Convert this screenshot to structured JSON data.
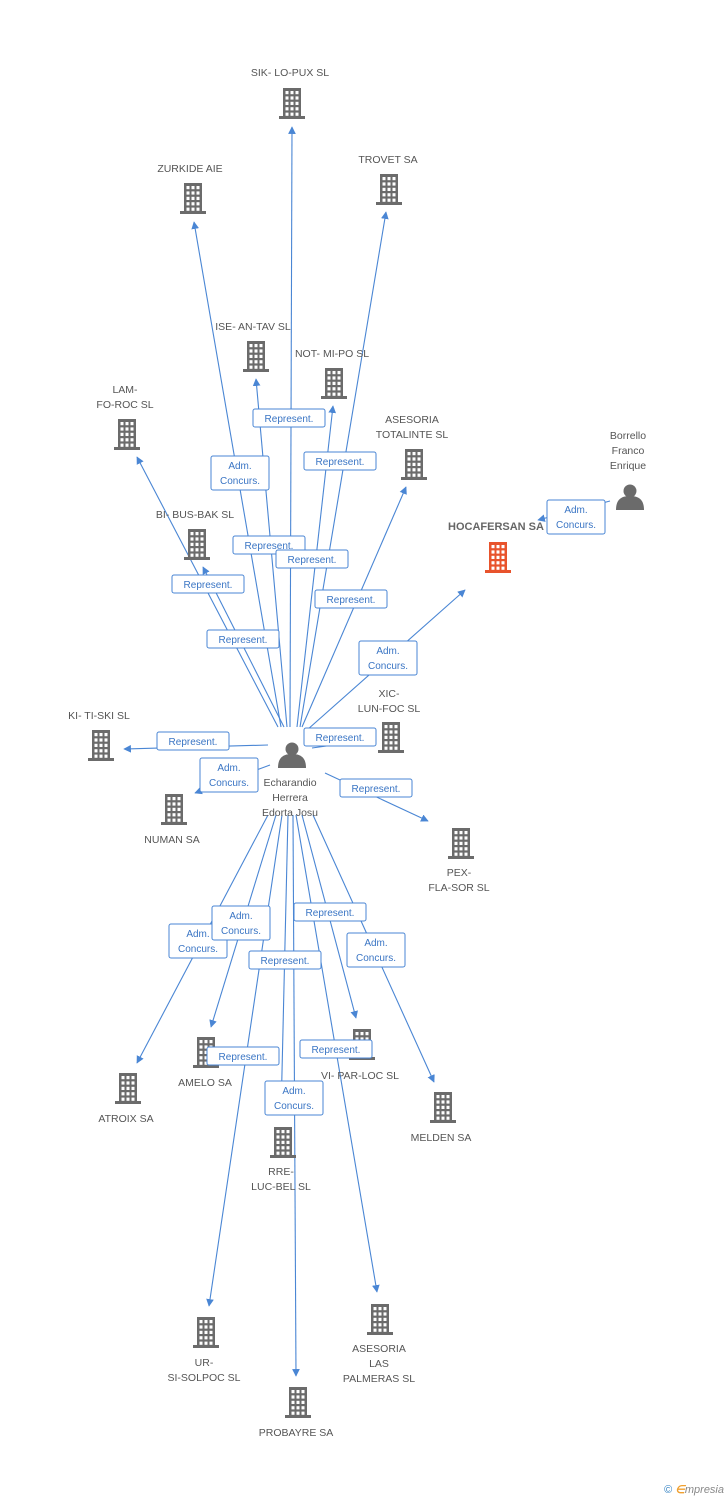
{
  "colors": {
    "edge": "#4a86d4",
    "node": "#6b6b6b",
    "focus_node": "#e8532c",
    "edge_label_text": "#3a75c4"
  },
  "nodes": [
    {
      "id": "sik",
      "type": "company",
      "lines": [
        "SIK- LO-PUX SL"
      ]
    },
    {
      "id": "zurkide",
      "type": "company",
      "lines": [
        "ZURKIDE AIE"
      ]
    },
    {
      "id": "trovet",
      "type": "company",
      "lines": [
        "TROVET SA"
      ]
    },
    {
      "id": "ise",
      "type": "company",
      "lines": [
        "ISE- AN-TAV SL"
      ]
    },
    {
      "id": "notmipo",
      "type": "company",
      "lines": [
        "NOT- MI-PO SL"
      ]
    },
    {
      "id": "lamfo",
      "type": "company",
      "lines": [
        "LAM-",
        "FO-ROC SL"
      ]
    },
    {
      "id": "asesoria_t",
      "type": "company",
      "lines": [
        "ASESORIA",
        "TOTALINTE SL"
      ]
    },
    {
      "id": "borrello",
      "type": "person",
      "lines": [
        "Borrello",
        "Franco",
        "Enrique"
      ]
    },
    {
      "id": "hocafersan",
      "type": "focus",
      "lines": [
        "HOCAFERSAN SA"
      ]
    },
    {
      "id": "bibus",
      "type": "company",
      "lines": [
        "BI- BUS-BAK SL"
      ]
    },
    {
      "id": "xic",
      "type": "company",
      "lines": [
        "XIC-",
        "LUN-FOC SL"
      ]
    },
    {
      "id": "kitiski",
      "type": "company",
      "lines": [
        "KI- TI-SKI SL"
      ]
    },
    {
      "id": "echarandio",
      "type": "person",
      "lines": [
        "Echarandio",
        "Herrera",
        "Edorta Josu"
      ]
    },
    {
      "id": "numan",
      "type": "company",
      "lines": [
        "NUMAN SA"
      ]
    },
    {
      "id": "pex",
      "type": "company",
      "lines": [
        "PEX-",
        "FLA-SOR SL"
      ]
    },
    {
      "id": "atroix",
      "type": "company",
      "lines": [
        "ATROIX SA"
      ]
    },
    {
      "id": "amelo",
      "type": "company",
      "lines": [
        "AMELO SA"
      ]
    },
    {
      "id": "vipar",
      "type": "company",
      "lines": [
        "VI- PAR-LOC SL"
      ]
    },
    {
      "id": "melden",
      "type": "company",
      "lines": [
        "MELDEN SA"
      ]
    },
    {
      "id": "rre",
      "type": "company",
      "lines": [
        "RRE-",
        "LUC-BEL SL"
      ]
    },
    {
      "id": "ursi",
      "type": "company",
      "lines": [
        "UR-",
        "SI-SOLPOC SL"
      ]
    },
    {
      "id": "asesoria_lp",
      "type": "company",
      "lines": [
        "ASESORIA",
        "LAS",
        "PALMERAS SL"
      ]
    },
    {
      "id": "probayre",
      "type": "company",
      "lines": [
        "PROBAYRE SA"
      ]
    }
  ],
  "edges": [
    {
      "from": "echarandio",
      "to": "sik",
      "lines": [
        "Represent."
      ]
    },
    {
      "from": "echarandio",
      "to": "zurkide",
      "lines": [
        "Adm.",
        "Concurs."
      ]
    },
    {
      "from": "echarandio",
      "to": "trovet",
      "lines": [
        "Represent."
      ]
    },
    {
      "from": "echarandio",
      "to": "ise",
      "lines": [
        "Represent."
      ]
    },
    {
      "from": "echarandio",
      "to": "notmipo",
      "lines": [
        "Represent."
      ]
    },
    {
      "from": "echarandio",
      "to": "lamfo",
      "lines": [
        "Represent."
      ]
    },
    {
      "from": "echarandio",
      "to": "asesoria_t",
      "lines": [
        "Represent."
      ]
    },
    {
      "from": "echarandio",
      "to": "bibus",
      "lines": [
        "Represent."
      ]
    },
    {
      "from": "echarandio",
      "to": "hocafersan",
      "lines": [
        "Adm.",
        "Concurs."
      ]
    },
    {
      "from": "borrello",
      "to": "hocafersan",
      "lines": [
        "Adm.",
        "Concurs."
      ]
    },
    {
      "from": "echarandio",
      "to": "xic",
      "lines": [
        "Represent."
      ]
    },
    {
      "from": "echarandio",
      "to": "kitiski",
      "lines": [
        "Represent."
      ]
    },
    {
      "from": "echarandio",
      "to": "numan",
      "lines": [
        "Adm.",
        "Concurs."
      ]
    },
    {
      "from": "echarandio",
      "to": "pex",
      "lines": [
        "Represent."
      ]
    },
    {
      "from": "echarandio",
      "to": "atroix",
      "lines": [
        "Adm.",
        "Concurs."
      ]
    },
    {
      "from": "echarandio",
      "to": "amelo",
      "lines": [
        "Adm.",
        "Concurs."
      ]
    },
    {
      "from": "echarandio",
      "to": "vipar",
      "lines": [
        "Represent."
      ]
    },
    {
      "from": "echarandio",
      "to": "melden",
      "lines": [
        "Adm.",
        "Concurs."
      ]
    },
    {
      "from": "echarandio",
      "to": "rre",
      "lines": [
        "Represent."
      ]
    },
    {
      "from": "echarandio",
      "to": "ursi",
      "lines": [
        "Represent."
      ]
    },
    {
      "from": "echarandio",
      "to": "asesoria_lp",
      "lines": [
        "Represent."
      ]
    },
    {
      "from": "echarandio",
      "to": "probayre",
      "lines": [
        "Adm.",
        "Concurs."
      ]
    }
  ],
  "footer": {
    "copyright": "©",
    "brand_initial": "∈",
    "brand_rest": "mpresia"
  }
}
